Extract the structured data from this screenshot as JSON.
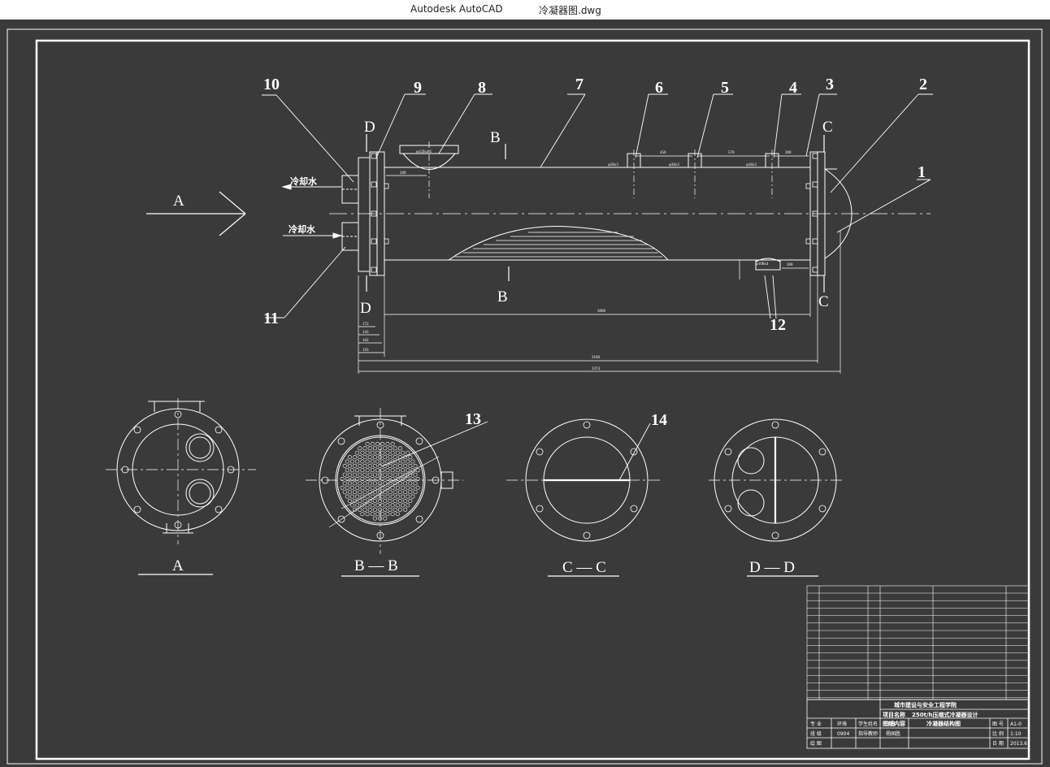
{
  "window": {
    "app_name": "Autodesk AutoCAD",
    "document_name": "冷凝器图.dwg"
  },
  "colors": {
    "background": "#3a3a3a",
    "linework": "#ffffff"
  },
  "drawing": {
    "part_labels": [
      "1",
      "2",
      "3",
      "4",
      "5",
      "6",
      "7",
      "8",
      "9",
      "10",
      "11",
      "12",
      "13",
      "14"
    ],
    "view_labels": {
      "A": "A",
      "B_top": "B",
      "B_bottom": "B",
      "C_top": "C",
      "C_bottom": "C",
      "D_top": "D",
      "D_bottom": "D"
    },
    "inlet_outlet_notes": [
      "冷却水",
      "冷却水"
    ],
    "section_titles": {
      "end_view_a": "A",
      "section_b": "B — B",
      "section_c": "C — C",
      "section_d": "D — D"
    }
  },
  "title_block": {
    "school": "城市建设与安全工程学院",
    "project_label": "项目名称",
    "project": "250t/h压缩式冷凝器设计",
    "content_label": "图纸内容",
    "content": "冷凝器结构图",
    "major_label": "专 业",
    "major": "环境",
    "class_label": "班 级",
    "class": "0904",
    "drawn_label": "绘 图",
    "student_label": "学生姓名",
    "student": "丁静",
    "teacher_label": "指导教师",
    "teacher": "杨国胜",
    "sheet_label": "图 号",
    "sheet": "A1-0",
    "scale_label": "比 例",
    "scale": "1:10",
    "date_label": "日 期",
    "date": "2013.6"
  }
}
